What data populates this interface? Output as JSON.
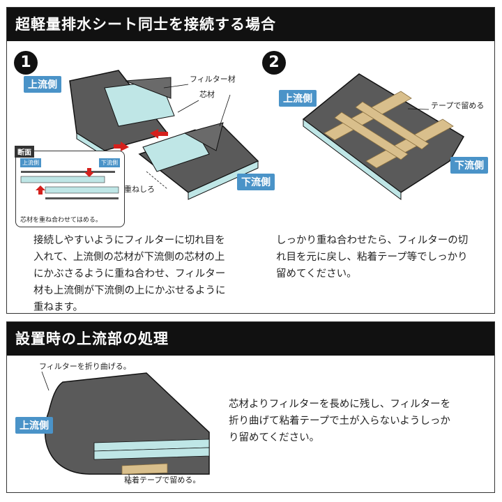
{
  "section1": {
    "title": "超軽量排水シート同士を接続する場合",
    "step1": {
      "number": "1",
      "upstream": "上流側",
      "downstream": "下流側",
      "filter_label": "フィルター材",
      "core_label": "芯材",
      "overlap_label": "重ねしろ",
      "cross_section": {
        "title": "断面",
        "upstream": "上流側",
        "downstream": "下流側",
        "caption": "芯材を重ね合わせてはめる。"
      },
      "text": [
        "接続しやすいようにフィルターに切れ目を",
        "入れて、上流側の芯材が下流側の芯材の上",
        "にかぶさるように重ね合わせ、フィルター",
        "材も上流側が下流側の上にかぶせるように",
        "重ねます。"
      ]
    },
    "step2": {
      "number": "2",
      "upstream": "上流側",
      "downstream": "下流側",
      "tape_label": "テープで留める",
      "text": [
        "しっかり重ね合わせたら、フィルターの切",
        "れ目を元に戻し、粘着テープ等でしっかり",
        "留めてください。"
      ]
    }
  },
  "section2": {
    "title": "設置時の上流部の処理",
    "fold_label": "フィルターを折り曲げる。",
    "upstream": "上流側",
    "tape_label": "粘着テープで留める。",
    "text": [
      "芯材よりフィルターを長めに残し、フィルターを",
      "折り曲げて粘着テープで土が入らないようしっか",
      "り留めてください。"
    ]
  },
  "colors": {
    "header_bg": "#111111",
    "tag_blue": "#4a93c8",
    "sheet_gray": "#5a5a5a",
    "core_cyan": "#bfe6e6",
    "tape_tan": "#d9bf8c",
    "arrow_red": "#d4201c"
  }
}
